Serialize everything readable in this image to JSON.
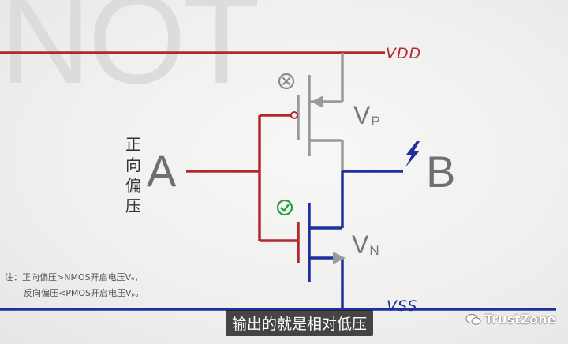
{
  "background_title": "NOT",
  "rails": {
    "top": "VDD",
    "bottom": "VSS"
  },
  "terminals": {
    "input": "A",
    "output": "B"
  },
  "input_side_label": "正向偏压",
  "transistors": {
    "pmos": {
      "label": "V",
      "subscript": "P",
      "status_icon": "x-circle-icon"
    },
    "nmos": {
      "label": "V",
      "subscript": "N",
      "status_icon": "check-circle-icon"
    }
  },
  "note": {
    "line1": "注：正向偏压>NMOS开启电压Vₙ，",
    "line2": "反向偏压<PMOS开启电压Vₚ。"
  },
  "caption": "输出的就是相对低压",
  "watermark": "TrustZone",
  "colors": {
    "vdd_red": "#b3282d",
    "vss_blue": "#1f2f9e",
    "pmos_gray": "#9a9a9a",
    "accent_green": "#2e9a3e"
  }
}
